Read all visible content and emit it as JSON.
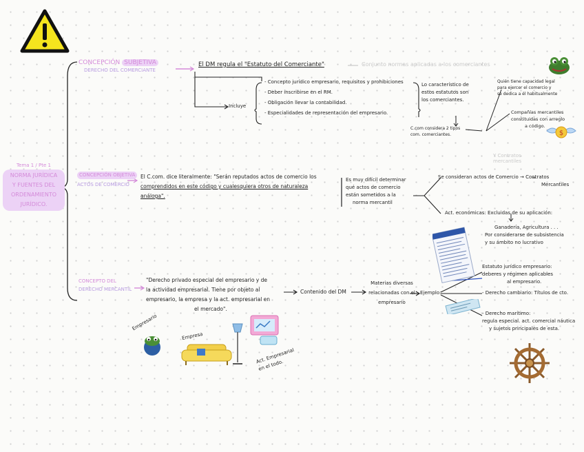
{
  "root": {
    "tag": "Tema 1 / Pte 1",
    "title_lines": [
      "NORMA JURÍDICA",
      "Y FUENTES DEL",
      "ORDENAMIENTO",
      "JURÍDICO."
    ]
  },
  "branch1": {
    "heading_a": "CONCEPCIÓN",
    "heading_b": "SUBJETIVA",
    "subheading": "DERECHO DEL COMERCIANTE",
    "main": "El DM regula el \"Estatuto del Comerciante\"",
    "gloss": "Conjunto normas aplicadas a los comerciantes",
    "incluye": "Incluye",
    "items": [
      "- Concepto jurídico empresario, requisitos y prohibiciones",
      "- Deber inscribirse en el RM.",
      "- Obligación llevar la contabilidad.",
      "- Especialidades de representación del empresario."
    ],
    "bracket_note_lines": [
      "Lo característico de",
      "estos estatutos son",
      "los comerciantes."
    ],
    "bracket_note2": "C.com considera 2 tipos com. comerciantes.",
    "right_lines": [
      "Quién tiene capacidad legal",
      "para ejercer el comercio y",
      "se dedica a él habitualmente"
    ],
    "right2_lines": [
      "Compañías mercantiles",
      "constituidas con arreglo",
      "a código."
    ]
  },
  "branch2": {
    "heading_a": "CONCEPCIÓN OBJETIVA",
    "heading_b": "ACTOS DE COMERCIO",
    "text_lines": [
      "El C.com. dice literalmente: \"Serán reputados actos de comercio los",
      "comprendidos en este código y cualesquiera otros de naturaleza",
      "análoga\"."
    ],
    "mid_lines": [
      "Es muy difícil determinar",
      "qué actos de comercio",
      "están sometidos a la",
      "norma mercantil"
    ],
    "gloss": "Y Contratos mercantiles",
    "result1_lines": [
      "Se consideran actos de Comercio → Contratos",
      "Mercantiles"
    ],
    "result2_a": "Act. económicas: Excluidas de su aplicación:",
    "result2_lines": [
      "Ganadería, Agricultura . . .",
      "Por considerarse de subsistencia",
      "y su ámbito no lucrativo"
    ]
  },
  "branch3": {
    "heading_a": "CONCEPTO DEL",
    "heading_b": "DERECHO MERCANTIL",
    "text_lines": [
      "\"Derecho privado especial del empresario y de",
      "la actividad empresarial. Tiene por objeto al",
      "empresario, la empresa y la act. empresarial en",
      "el mercado\"."
    ],
    "arrow_label": "Contenido del DM",
    "middle_lines": [
      "Materias diversas",
      "relacionadas con el",
      "empresario"
    ],
    "ejemplo": "Ejemplo:",
    "ex1_lines": [
      "Estatuto jurídico empresario:",
      "deberes y régimen aplicables",
      "al empresario."
    ],
    "ex2": "- Derecho cambiario: Títulos de cto.",
    "ex3_lines": [
      "- Derecho marítimo:",
      "regula especial. act. comercial náutica",
      "y sujetos principales de esta."
    ],
    "label_empresario": "Empresario",
    "label_empresa": "Empresa",
    "label_act_lines": [
      "Act. Empresarial",
      "en el todo."
    ]
  },
  "colors": {
    "pink": "#d48ad9",
    "lavender": "#b79be0",
    "highlight": "#ecd2f6",
    "warning": "#f5e41e",
    "grey": "#c9c9c9"
  },
  "icons": [
    "warning-icon",
    "frog-icon",
    "winged-money-icon",
    "sofa-icon",
    "lamp-icon",
    "laptop-icon",
    "ship-wheel-icon",
    "document-image",
    "ticket-icon"
  ]
}
